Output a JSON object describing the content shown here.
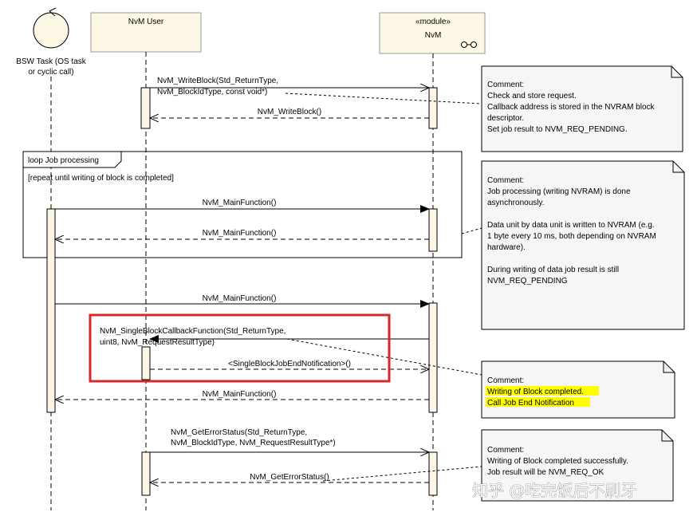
{
  "participants": {
    "task": {
      "label_line1": "BSW Task (OS task",
      "label_line2": "or cyclic call)"
    },
    "user": {
      "label": "NvM User"
    },
    "module": {
      "stereotype": "«module»",
      "label": "NvM"
    }
  },
  "messages": {
    "m1_line1": "NvM_WriteBlock(Std_ReturnType,",
    "m1_line2": "NvM_BlockIdType, const void*)",
    "m2": "NvM_WriteBlock()",
    "m3": "NvM_MainFunction()",
    "m4": "NvM_MainFunction()",
    "m5": "NvM_MainFunction()",
    "m6_line1": "NvM_SingleBlockCallbackFunction(Std_ReturnType,",
    "m6_line2": "uint8, NvM_RequestResultType)",
    "m7": "<SingleBlockJobEndNotification>()",
    "m8": "NvM_MainFunction()",
    "m9_line1": "NvM_GetErrorStatus(Std_ReturnType,",
    "m9_line2": "NvM_BlockIdType, NvM_RequestResultType*)",
    "m10": "NvM_GetErrorStatus()"
  },
  "loop": {
    "tag": "loop Job processing",
    "guard": "[repeat until writing of block is completed]"
  },
  "notes": {
    "n1": [
      "Comment:",
      "Check and store request.",
      "Callback address is stored in the NVRAM block",
      "descriptor.",
      "Set job result to NVM_REQ_PENDING."
    ],
    "n2": [
      "Comment:",
      "Job processing (writing NVRAM) is done",
      "asynchronously.",
      "",
      "Data unit by data unit is written to NVRAM (e.g.",
      "1 byte every 10 ms, both depending on  NVRAM",
      "hardware).",
      "",
      "During writing of data job result is still",
      "NVM_REQ_PENDING"
    ],
    "n3": [
      "Comment:",
      "Writing of Block completed.",
      "Call Job End Notification"
    ],
    "n4": [
      "Comment:",
      "Writing of Block completed successfully.",
      "Job result will be NVM_REQ_OK"
    ]
  },
  "watermark": "知乎 @吃完饭后不刷牙",
  "colors": {
    "lifeline_head": "#fdf8e6",
    "activation": "#fdf5e6",
    "note_fill": "#f6f6f9",
    "highlight": "#ffff00",
    "red_box": "#d62828"
  }
}
